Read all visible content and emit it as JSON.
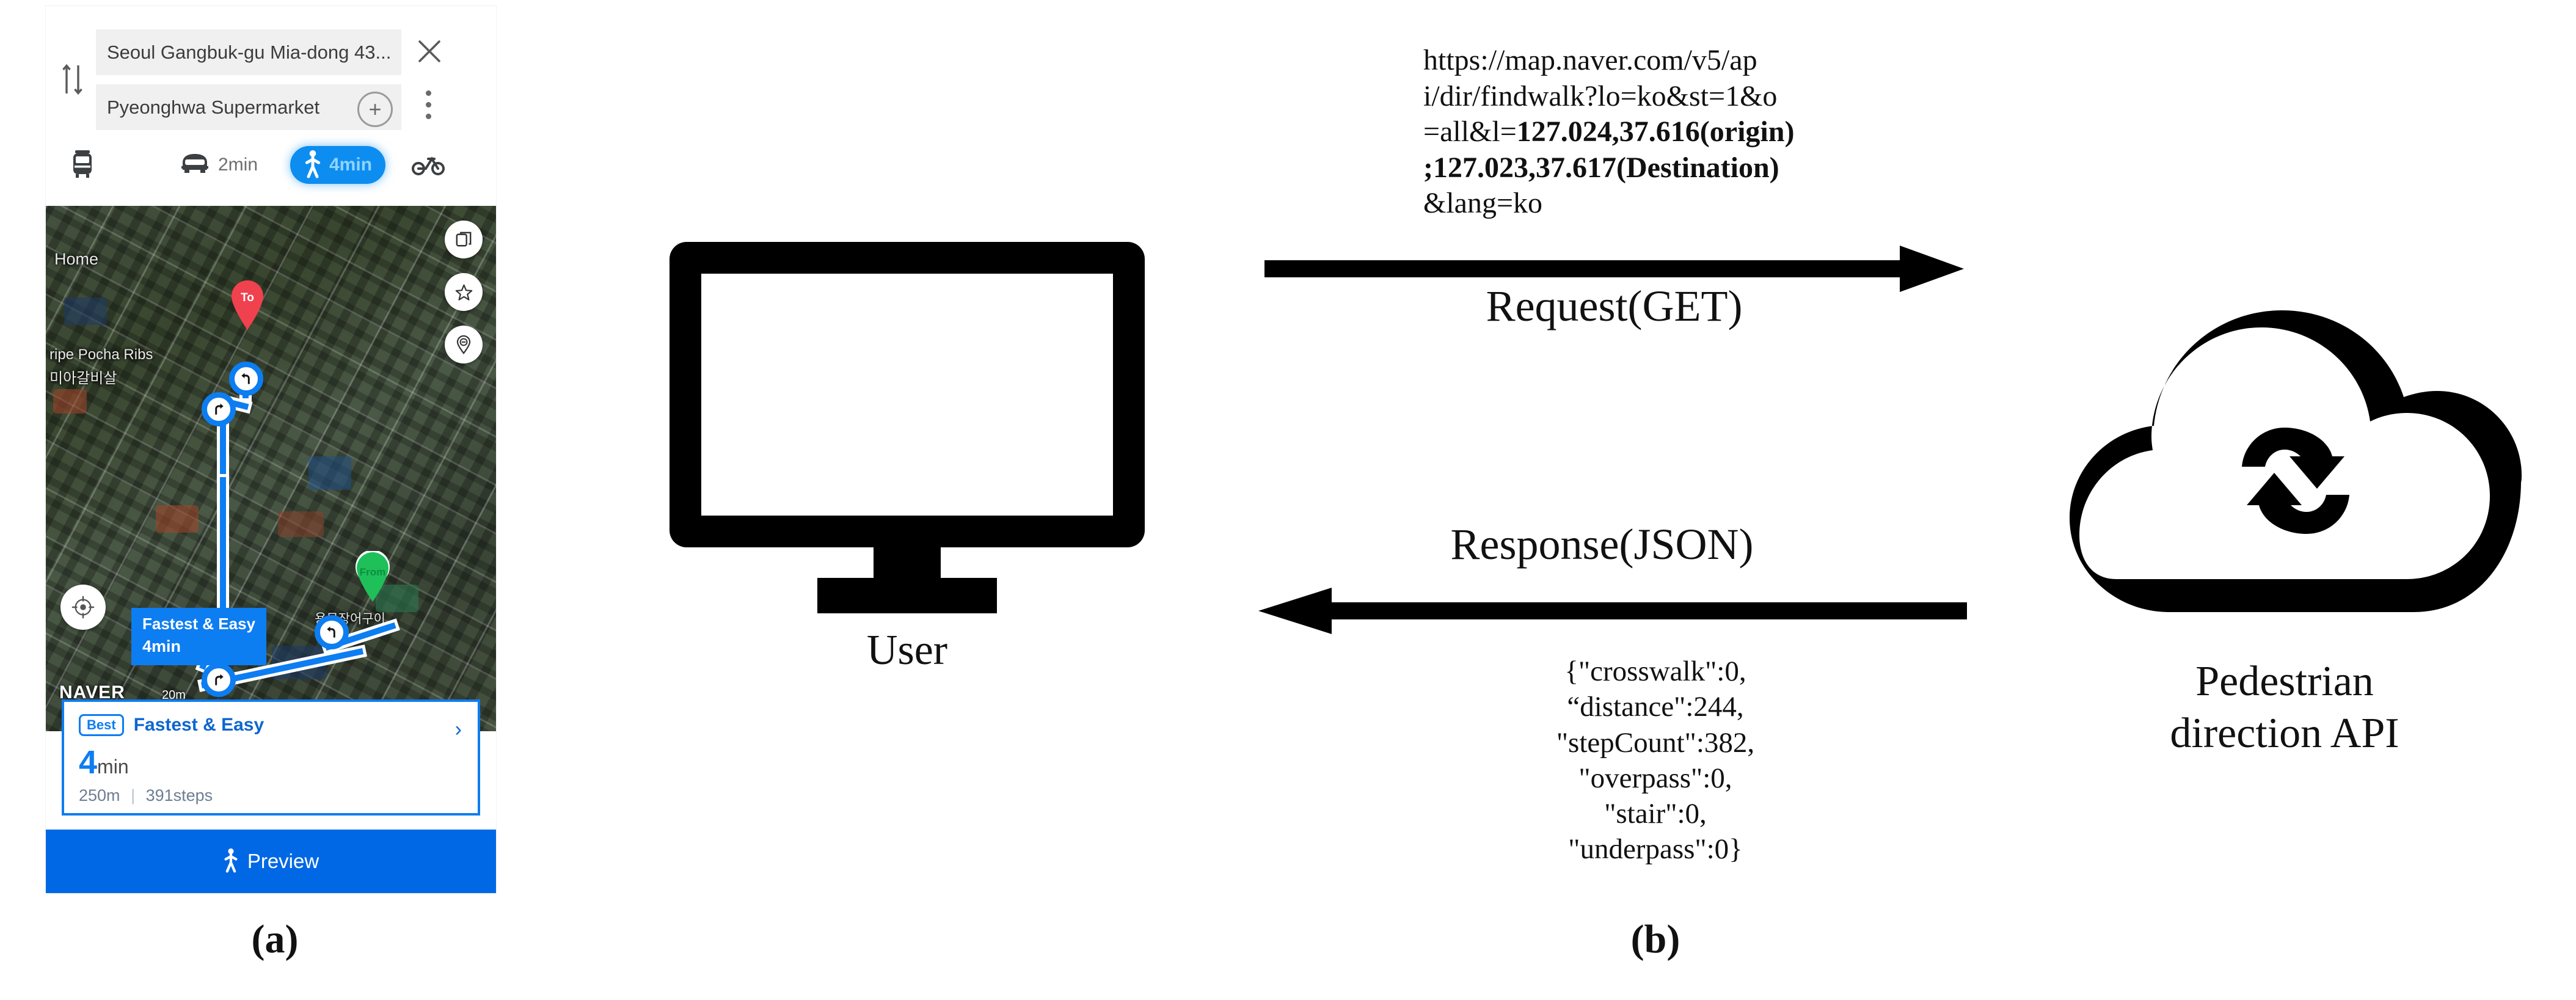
{
  "panel_a": {
    "caption": "(a)",
    "search": {
      "swap_icon": "swap-vertical-icon",
      "origin_value": "Seoul Gangbuk-gu Mia-dong 43...",
      "destination_value": "Pyeonghwa Supermarket",
      "clear_icon": "close-x-icon",
      "add_waypoint_icon": "plus-icon",
      "more_icon": "kebab-menu-icon"
    },
    "modes": [
      {
        "icon": "transit-bus-icon",
        "label": "",
        "active": false
      },
      {
        "icon": "car-icon",
        "label": "2min",
        "active": false
      },
      {
        "icon": "walking-person-icon",
        "label": "4min",
        "active": true
      },
      {
        "icon": "bicycle-icon",
        "label": "",
        "active": false
      }
    ],
    "map": {
      "labels": [
        "Home",
        "ripe Pocha Ribs",
        "미아갈비살",
        "용문장어구이"
      ],
      "origin_marker": "From",
      "destination_marker": "To",
      "callout_title": "Fastest & Easy",
      "callout_duration": "4min",
      "controls": [
        "layers-icon",
        "star-icon",
        "location-pin-minus-icon"
      ],
      "locate_icon": "crosshair-locate-icon",
      "provider_logo": "NAVER",
      "scale_label": "20m"
    },
    "result_card": {
      "badge": "Best",
      "title": "Fastest & Easy",
      "chevron": "chevron-right-icon",
      "duration_value": "4",
      "duration_unit": "min",
      "distance": "250m",
      "steps": "391steps"
    },
    "preview_bar": {
      "icon": "walking-person-icon",
      "label": "Preview"
    }
  },
  "panel_b": {
    "caption": "(b)",
    "user": {
      "icon": "desktop-monitor-icon",
      "label": "User"
    },
    "api": {
      "icon": "cloud-sync-icon",
      "label_line1": "Pedestrian",
      "label_line2": "direction API"
    },
    "request": {
      "arrow_icon": "arrow-right-icon",
      "label": "Request(GET)",
      "url_lines": [
        {
          "text": "https://map.naver.com/v5/ap",
          "bold": false
        },
        {
          "text": "i/dir/findwalk?lo=ko&st=1&o",
          "bold": false
        },
        {
          "text": "=all&l=",
          "bold": false,
          "bold_tail": "127.024,37.616(origin)"
        },
        {
          "text": ";127.023,37.617(Destination)",
          "bold": true
        },
        {
          "text": "&lang=ko",
          "bold": false
        }
      ],
      "url_full": "https://map.naver.com/v5/api/dir/findwalk?lo=ko&st=1&o=all&l=127.024,37.616(origin);127.023,37.617(Destination)&lang=ko"
    },
    "response": {
      "arrow_icon": "arrow-left-icon",
      "label": "Response(JSON)",
      "json_lines": [
        "{\"crosswalk\":0,",
        "“distance\":244,",
        "\"stepCount\":382,",
        "\"overpass\":0,",
        "\"stair\":0,",
        "\"underpass\":0}"
      ],
      "json_values": {
        "crosswalk": 0,
        "distance": 244,
        "stepCount": 382,
        "overpass": 0,
        "stair": 0,
        "underpass": 0
      }
    }
  },
  "colors": {
    "naver_blue": "#0d7df2",
    "preview_blue": "#0068e5",
    "destination_pin": "#f0414f",
    "origin_pin": "#1fbf5a",
    "field_grey": "#f0f0f0",
    "ink": "#111111"
  }
}
